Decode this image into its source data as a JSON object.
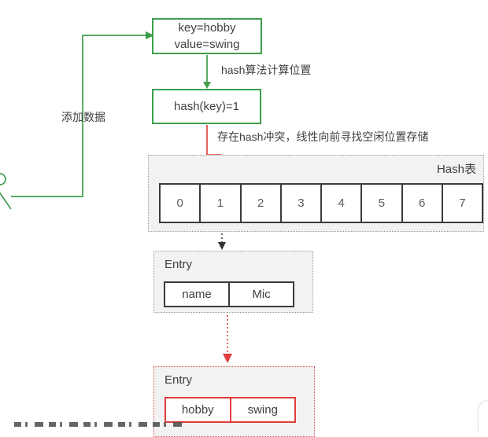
{
  "colors": {
    "green": "#3e9e4e",
    "red": "#e33b3b",
    "dark_border": "#3b3b3b",
    "panel_bg": "#f2f2f2",
    "text": "#404040"
  },
  "labels": {
    "add_data": "添加数据",
    "hash_algo": "hash算法计算位置",
    "conflict": "存在hash冲突，线性向前寻找空闲位置存储"
  },
  "key_box": {
    "line1": "key=hobby",
    "line2": "value=swing"
  },
  "hash_box": {
    "text": "hash(key)=1"
  },
  "hash_table": {
    "title": "Hash表",
    "cells": [
      "0",
      "1",
      "2",
      "3",
      "4",
      "5",
      "6",
      "7"
    ]
  },
  "entry1": {
    "title": "Entry",
    "key": "name",
    "value": "Mic"
  },
  "entry2": {
    "title": "Entry",
    "key": "hobby",
    "value": "swing"
  }
}
